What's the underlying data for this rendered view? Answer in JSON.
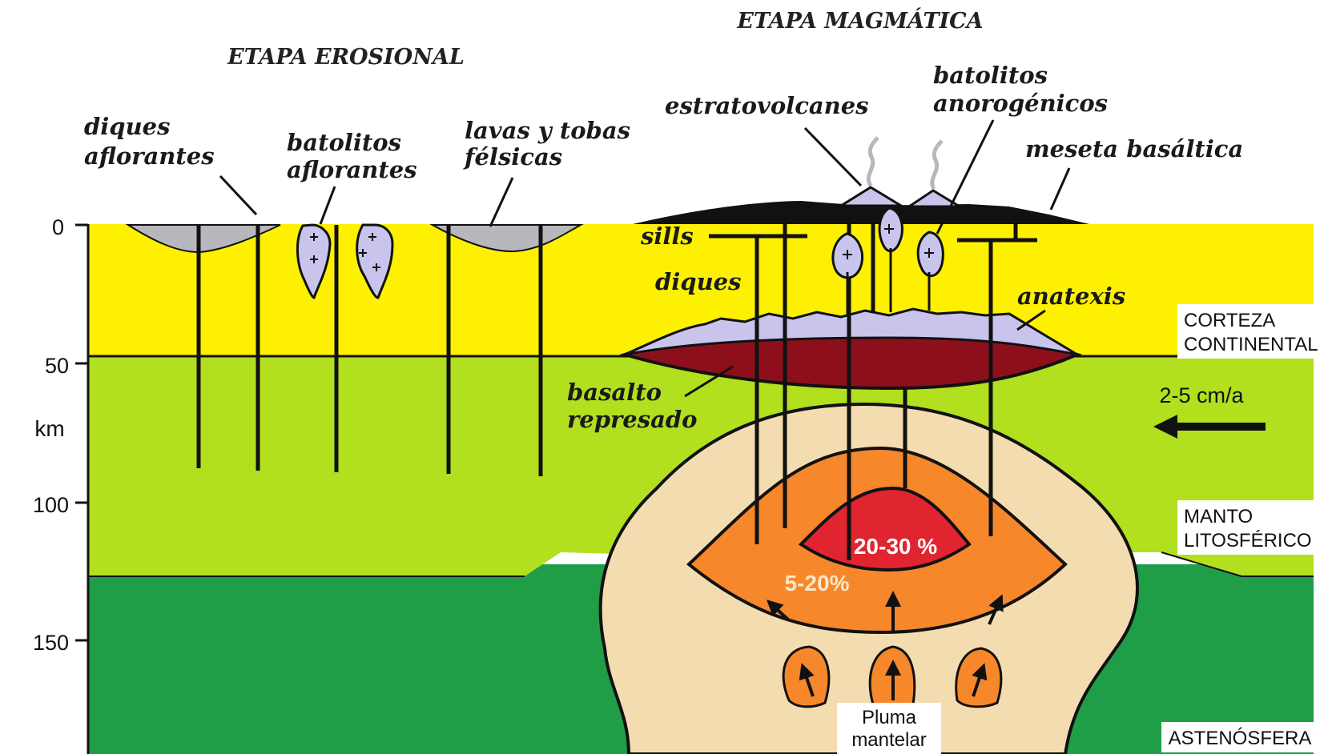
{
  "titles": {
    "erosional": "ETAPA EROSIONAL",
    "magmatic": "ETAPA MAGMÁTICA"
  },
  "axis": {
    "unit": "km",
    "ticks": [
      "0",
      "50",
      "100",
      "150"
    ]
  },
  "labels": {
    "diques_aflorantes": [
      "diques",
      "aflorantes"
    ],
    "batolitos_aflorantes": [
      "batolitos",
      "aflorantes"
    ],
    "lavas_tobas": [
      "lavas y tobas",
      "félsicas"
    ],
    "estratovolcanes": "estratovolcanes",
    "batolitos_anorogenicos": [
      "batolitos",
      "anorogénicos"
    ],
    "meseta_basaltica": "meseta basáltica",
    "sills": "sills",
    "diques": "diques",
    "anatexis": "anatexis",
    "basalto_represado": [
      "basalto",
      "represado"
    ],
    "melt_inner": "20-30 %",
    "melt_outer": "5-20%",
    "pluma": [
      "Pluma",
      "mantelar"
    ],
    "plate_speed": "2-5 cm/a"
  },
  "layers": {
    "corteza": [
      "CORTEZA",
      "CONTINENTAL"
    ],
    "manto": [
      "MANTO",
      "LITOSFÉRICO"
    ],
    "astenosfera": "ASTENÓSFERA"
  },
  "colors": {
    "crust": "#fdf000",
    "lithospheric_mantle": "#b2df1e",
    "asthenosphere": "#1f9e47",
    "plume": "#f3ddb0",
    "melt_outer": "#f6872a",
    "melt_inner": "#e02530",
    "underplated_basalt": "#8e0f1c",
    "felsic": "#c8c4ec",
    "volcanic_grey": "#b7b7bd"
  }
}
